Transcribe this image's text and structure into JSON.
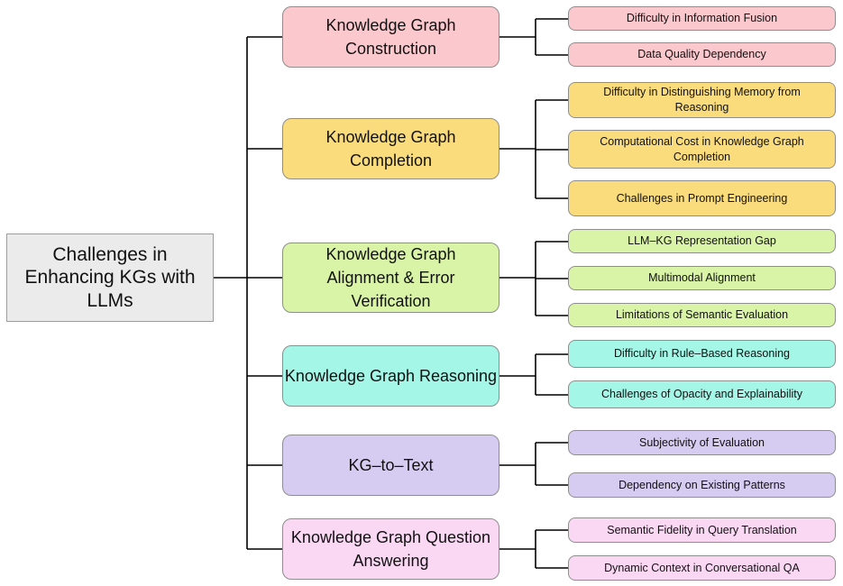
{
  "root": {
    "label": "Challenges in Enhancing KGs with LLMs"
  },
  "categories": [
    {
      "label": "Knowledge Graph Construction",
      "color": "#fbc8cd",
      "children": [
        "Difficulty in Information Fusion",
        "Data Quality Dependency"
      ]
    },
    {
      "label": "Knowledge Graph Completion",
      "color": "#fbdc7c",
      "children": [
        "Difficulty in Distinguishing Memory from Reasoning",
        "Computational Cost in Knowledge Graph Completion",
        "Challenges in Prompt Engineering"
      ]
    },
    {
      "label": "Knowledge Graph Alignment & Error Verification",
      "color": "#d9f4a6",
      "children": [
        "LLM–KG Representation Gap",
        "Multimodal Alignment",
        "Limitations of Semantic Evaluation"
      ]
    },
    {
      "label": "Knowledge Graph Reasoning",
      "color": "#a4f6e7",
      "children": [
        "Difficulty in Rule–Based Reasoning",
        "Challenges of Opacity and Explainability"
      ]
    },
    {
      "label": "KG–to–Text",
      "color": "#d6ccf2",
      "children": [
        "Subjectivity of Evaluation",
        "Dependency on Existing Patterns"
      ]
    },
    {
      "label": "Knowledge Graph Question Answering",
      "color": "#fad8f4",
      "children": [
        "Semantic Fidelity in Query Translation",
        "Dynamic Context in Conversational QA"
      ]
    }
  ]
}
